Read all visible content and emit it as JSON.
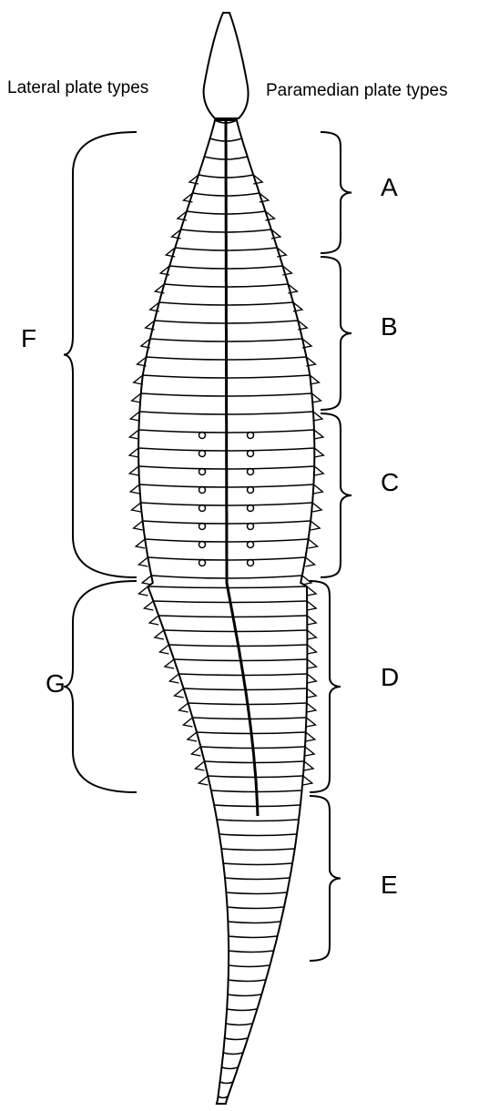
{
  "captions": {
    "lateral": "Lateral plate types",
    "paramedian": "Paramedian plate types"
  },
  "paramedian_zones": [
    {
      "label": "A"
    },
    {
      "label": "B"
    },
    {
      "label": "C"
    },
    {
      "label": "D"
    },
    {
      "label": "E"
    }
  ],
  "lateral_zones": [
    {
      "label": "F"
    },
    {
      "label": "G"
    }
  ],
  "colors": {
    "ink": "#000000",
    "paper": "#ffffff"
  }
}
